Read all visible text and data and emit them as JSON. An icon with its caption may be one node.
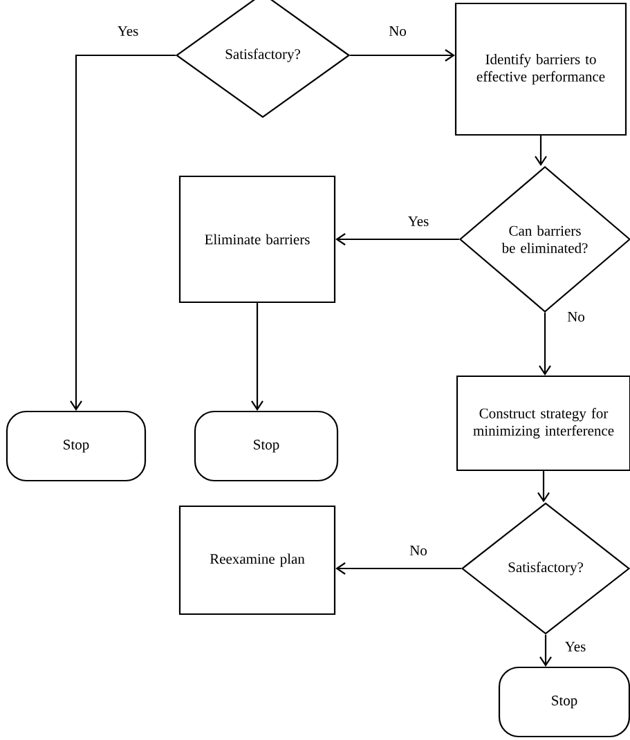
{
  "diagram": {
    "nodes": [
      {
        "text": [
          "Satisfactory?"
        ]
      },
      {
        "text": [
          "Identify barriers to effective performance"
        ]
      },
      {
        "text": [
          "Can barriers be eliminated?"
        ]
      },
      {
        "text": [
          "Eliminate barriers"
        ]
      },
      {
        "text": [
          "Stop"
        ]
      },
      {
        "text": [
          "Stop"
        ]
      },
      {
        "text": [
          "Construct strategy for minimizing interference"
        ]
      },
      {
        "text": [
          "Satisfactory?"
        ]
      },
      {
        "text": [
          "Reexamine plan"
        ]
      },
      {
        "text": [
          "Stop"
        ]
      }
    ],
    "edges": [
      {
        "from": 0,
        "to": 1,
        "arrow": "to",
        "label": "No"
      },
      {
        "from": 0,
        "to": 4,
        "arrow": "to",
        "label": "Yes"
      },
      {
        "from": 1,
        "to": 2,
        "arrow": "to"
      },
      {
        "from": 2,
        "to": 3,
        "arrow": "to",
        "label": "Yes"
      },
      {
        "from": 3,
        "to": 5,
        "arrow": "to"
      },
      {
        "from": 2,
        "to": 6,
        "arrow": "to",
        "label": "No"
      },
      {
        "from": 6,
        "to": 7,
        "arrow": "to"
      },
      {
        "from": 7,
        "to": 8,
        "arrow": "to",
        "label": "No"
      },
      {
        "from": 7,
        "to": 9,
        "arrow": "to",
        "label": "Yes"
      }
    ]
  }
}
